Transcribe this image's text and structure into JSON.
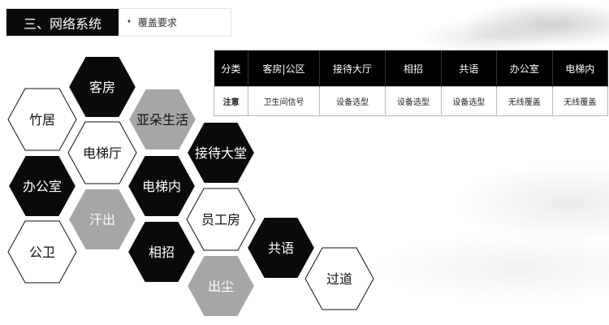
{
  "header": {
    "title": "三、网络系统",
    "subtitle": "覆盖要求"
  },
  "table": {
    "headers": [
      "分类",
      "客房|公区",
      "接待大厅",
      "相招",
      "共语",
      "办公室",
      "电梯内"
    ],
    "rows": [
      [
        "注意",
        "卫生间信号",
        "设备选型",
        "设备选型",
        "设备选型",
        "无线覆盖",
        "无线覆盖"
      ]
    ]
  },
  "colors": {
    "black": "#0a0a0a",
    "gray": "#a6a6a6",
    "white": "#ffffff"
  },
  "hexagons": [
    {
      "label": "客房",
      "style": "black"
    },
    {
      "label": "竹居",
      "style": "white"
    },
    {
      "label": "亚朵生活",
      "style": "gray"
    },
    {
      "label": "电梯厅",
      "style": "white"
    },
    {
      "label": "接待大堂",
      "style": "black"
    },
    {
      "label": "办公室",
      "style": "black"
    },
    {
      "label": "电梯内",
      "style": "black"
    },
    {
      "label": "汗出",
      "style": "gray"
    },
    {
      "label": "员工房",
      "style": "white"
    },
    {
      "label": "公卫",
      "style": "white"
    },
    {
      "label": "相招",
      "style": "black"
    },
    {
      "label": "共语",
      "style": "black"
    },
    {
      "label": "出尘",
      "style": "gray"
    },
    {
      "label": "过道",
      "style": "white"
    }
  ]
}
